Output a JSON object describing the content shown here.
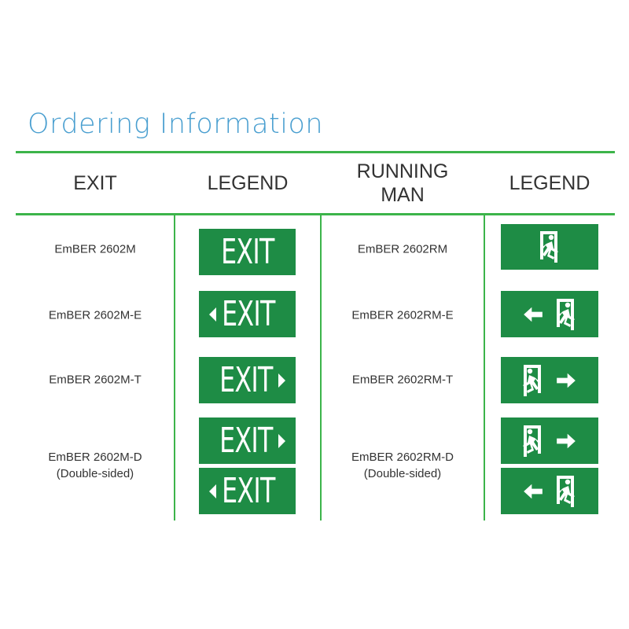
{
  "title": "Ordering Information",
  "headers": {
    "exit": "EXIT",
    "legend1": "LEGEND",
    "running_man_1": "RUNNING",
    "running_man_2": "MAN",
    "legend2": "LEGEND"
  },
  "sign_text": "EXIT",
  "rows": [
    {
      "exit_model": "EmBER 2602M",
      "rm_model": "EmBER 2602RM"
    },
    {
      "exit_model": "EmBER 2602M-E",
      "rm_model": "EmBER 2602RM-E"
    },
    {
      "exit_model": "EmBER 2602M-T",
      "rm_model": "EmBER 2602RM-T"
    },
    {
      "exit_model": "EmBER 2602M-D",
      "exit_note": "(Double-sided)",
      "rm_model": "EmBER 2602RM-D",
      "rm_note": "(Double-sided)"
    }
  ],
  "colors": {
    "title": "#4a9fd0",
    "rule": "#3cb44a",
    "sign": "#1e8c45"
  }
}
